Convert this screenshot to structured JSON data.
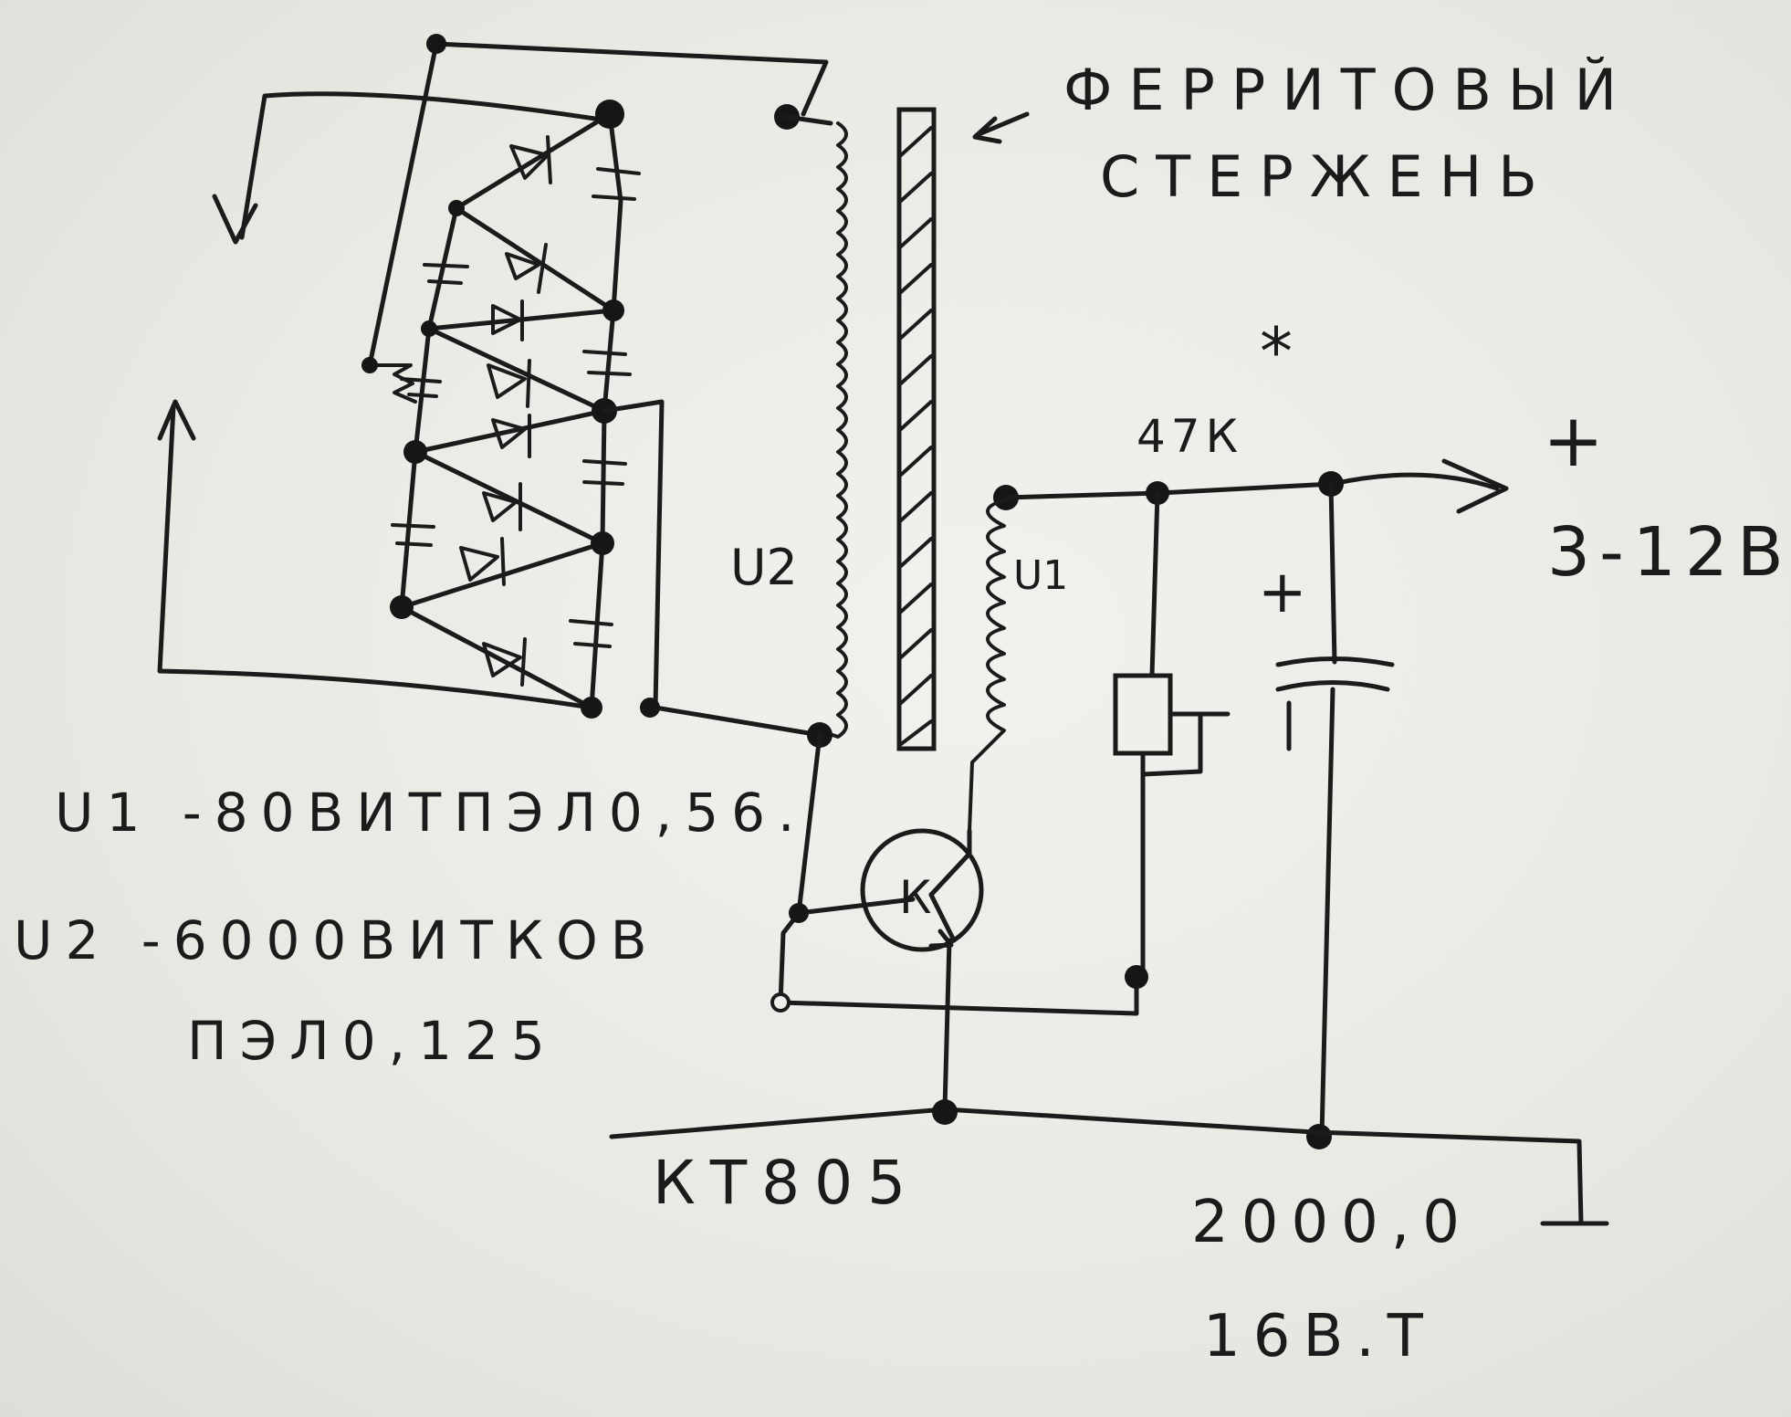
{
  "labels": {
    "core": [
      "ФЕРРИТОВЫЙ",
      "СТЕРЖЕНЬ"
    ],
    "asterisk": "*",
    "resistor": "47К",
    "output_plus": "+",
    "output_voltage": "3-12В",
    "cap_plus": "+",
    "winding_u2": "U2",
    "winding_u1": "U1",
    "spec_u1": "U1 -80ВИТПЭЛ0,56.",
    "spec_u2_line1": "U2 -6000ВИТКОВ",
    "spec_u2_line2": "ПЭЛ0,125",
    "transistor_letter": "К",
    "transistor": "КТ805",
    "cap_value": "2000,0",
    "cap_voltage": "16В.Т"
  },
  "colors": {
    "ink": "#1b1b1b",
    "paper": "#e9ebe6"
  }
}
